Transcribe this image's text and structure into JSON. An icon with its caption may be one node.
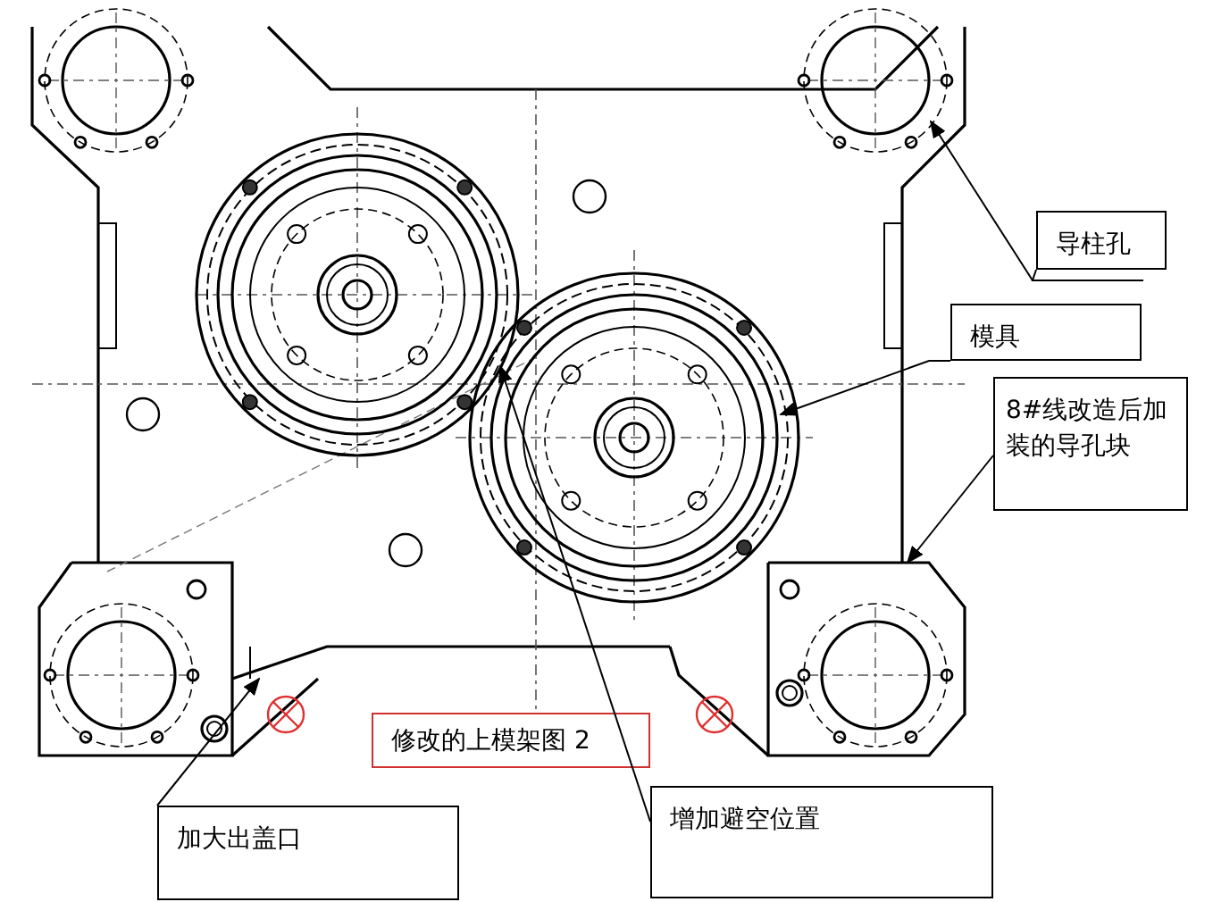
{
  "diagram": {
    "nodes": [
      {
        "text": [
          "导柱孔"
        ]
      },
      {
        "text": [
          "模具"
        ]
      },
      {
        "text": [
          "8#线改造后加装的导孔块"
        ]
      },
      {
        "text": [
          "修改的上模架图 2"
        ]
      },
      {
        "text": [
          "加大出盖口"
        ]
      },
      {
        "text": [
          "增加避空位置"
        ]
      }
    ],
    "edges": [
      {
        "from": 0,
        "to": null,
        "arrow": "to"
      },
      {
        "from": 1,
        "to": null,
        "arrow": "to"
      },
      {
        "from": 2,
        "to": null,
        "arrow": "to"
      },
      {
        "from": 4,
        "to": null,
        "arrow": "to"
      },
      {
        "from": 5,
        "to": null,
        "arrow": "to"
      }
    ]
  }
}
